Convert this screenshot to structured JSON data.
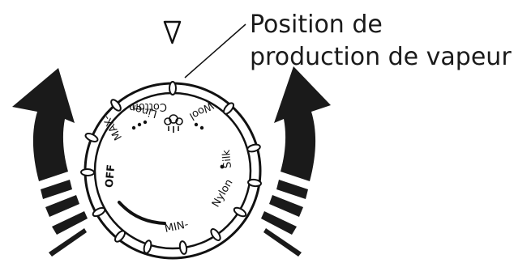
{
  "callout": {
    "line1": "Position de",
    "line2": "production de vapeur"
  },
  "dial": {
    "labels": {
      "wool": "Wool",
      "cotton": "Cotton",
      "linen": "Linen",
      "max": "MAX-",
      "off": "OFF",
      "min": "MIN-",
      "nylon": "Nylon",
      "silk": "Silk"
    },
    "steam_icon": "steam-icon"
  },
  "colors": {
    "ink": "#111111",
    "background": "#ffffff"
  }
}
